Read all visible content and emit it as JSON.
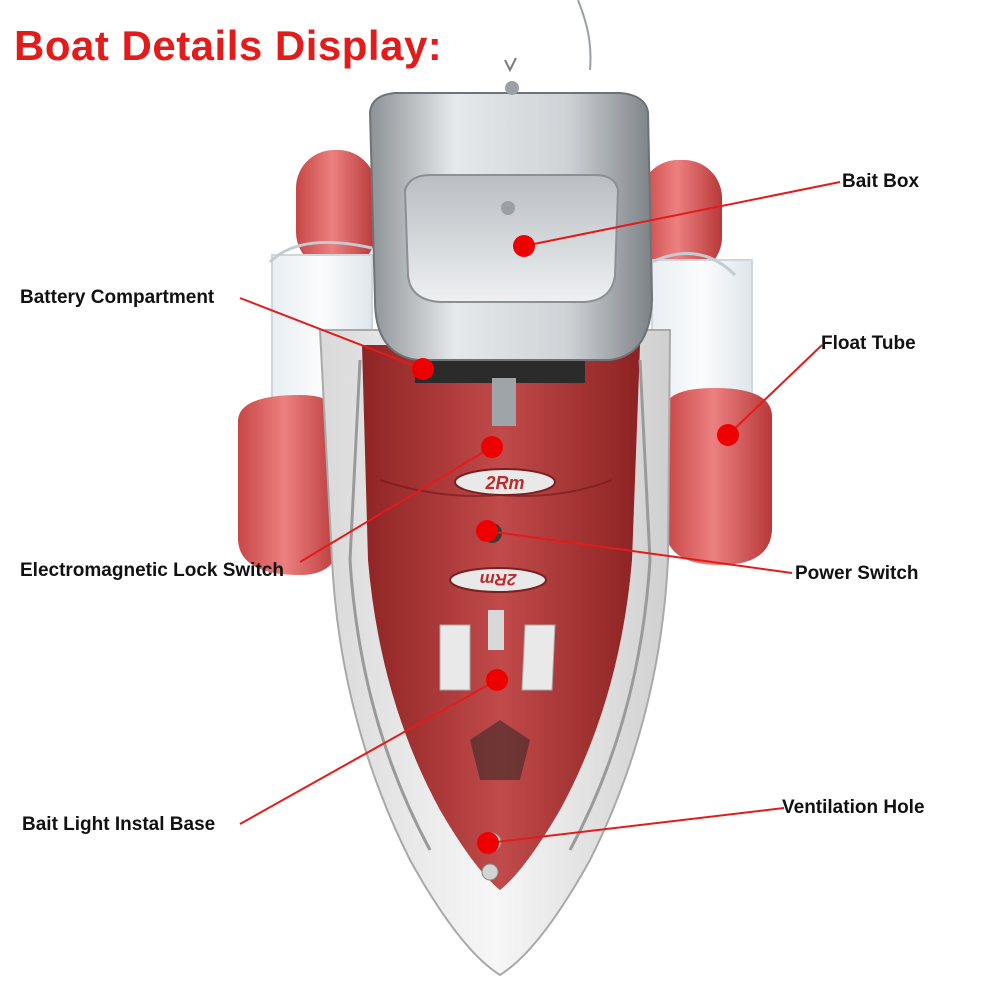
{
  "title": "Boat Details Display:",
  "accent_color": "#e31b1b",
  "dot_color": "#ee0000",
  "hull_color": "#b23a3a",
  "callouts": [
    {
      "id": "bait-box",
      "label": "Bait Box"
    },
    {
      "id": "battery-compartment",
      "label": "Battery Compartment"
    },
    {
      "id": "float-tube",
      "label": "Float Tube"
    },
    {
      "id": "electromagnetic-lock-switch",
      "label": "Electromagnetic Lock Switch"
    },
    {
      "id": "power-switch",
      "label": "Power Switch"
    },
    {
      "id": "bait-light-instal-base",
      "label": "Bait Light Instal Base"
    },
    {
      "id": "ventilation-hole",
      "label": "Ventilation Hole"
    }
  ],
  "hull_logo_text": "2Rm"
}
